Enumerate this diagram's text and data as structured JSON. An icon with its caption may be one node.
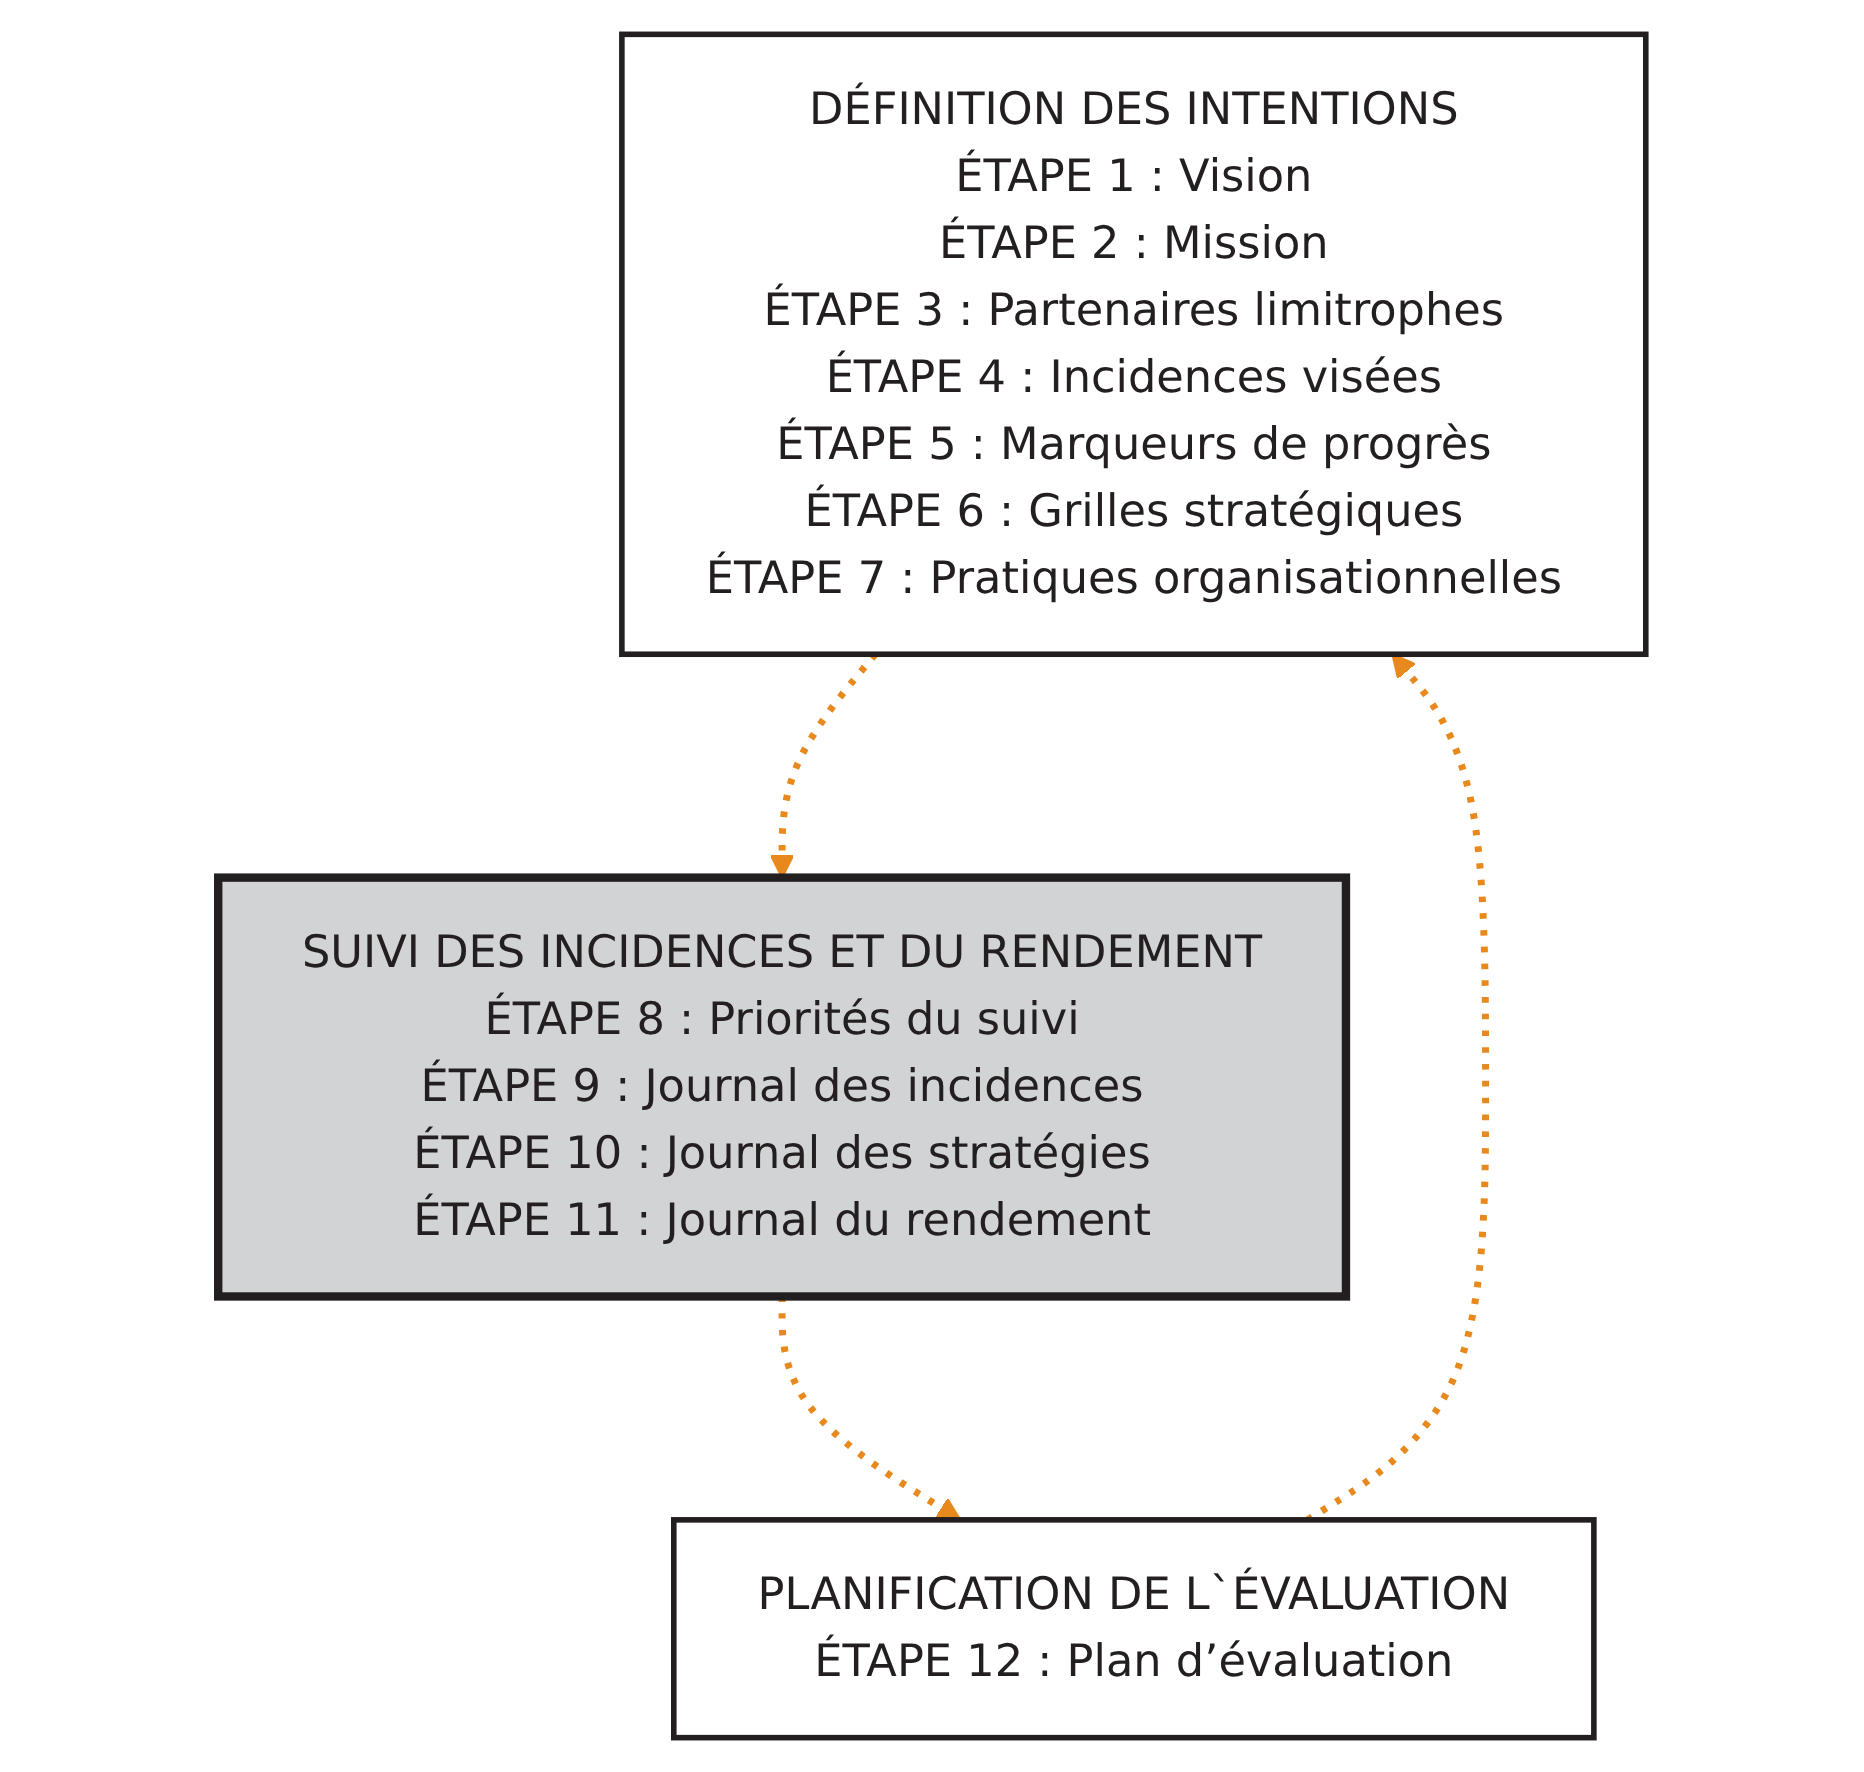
{
  "diagram": {
    "nodes": [
      {
        "text": [
          "DÉFINITION DES INTENTIONS",
          "ÉTAPE 1 : Vision",
          "ÉTAPE 2 : Mission",
          "ÉTAPE 3 : Partenaires limitrophes",
          "ÉTAPE 4 : Incidences visées",
          "ÉTAPE 5 : Marqueurs de progrès",
          "ÉTAPE 6 : Grilles stratégiques",
          "ÉTAPE 7 : Pratiques organisationnelles"
        ]
      },
      {
        "text": [
          "PLANIFICATION DE L`ÉVALUATION",
          "ÉTAPE 12 : Plan d’évaluation"
        ]
      },
      {
        "text": [
          "SUIVI DES INCIDENCES ET DU RENDEMENT",
          "ÉTAPE 8 : Priorités du suivi",
          "ÉTAPE 9 : Journal des incidences",
          "ÉTAPE 10 : Journal des stratégies",
          "ÉTAPE 11 : Journal du rendement"
        ]
      }
    ],
    "edges": [
      {
        "from": 0,
        "to": 2,
        "arrow": "to",
        "style": "dashed"
      },
      {
        "from": 2,
        "to": 1,
        "arrow": "to",
        "style": "dashed"
      },
      {
        "from": 1,
        "to": 0,
        "arrow": "to",
        "style": "dashed"
      }
    ]
  }
}
